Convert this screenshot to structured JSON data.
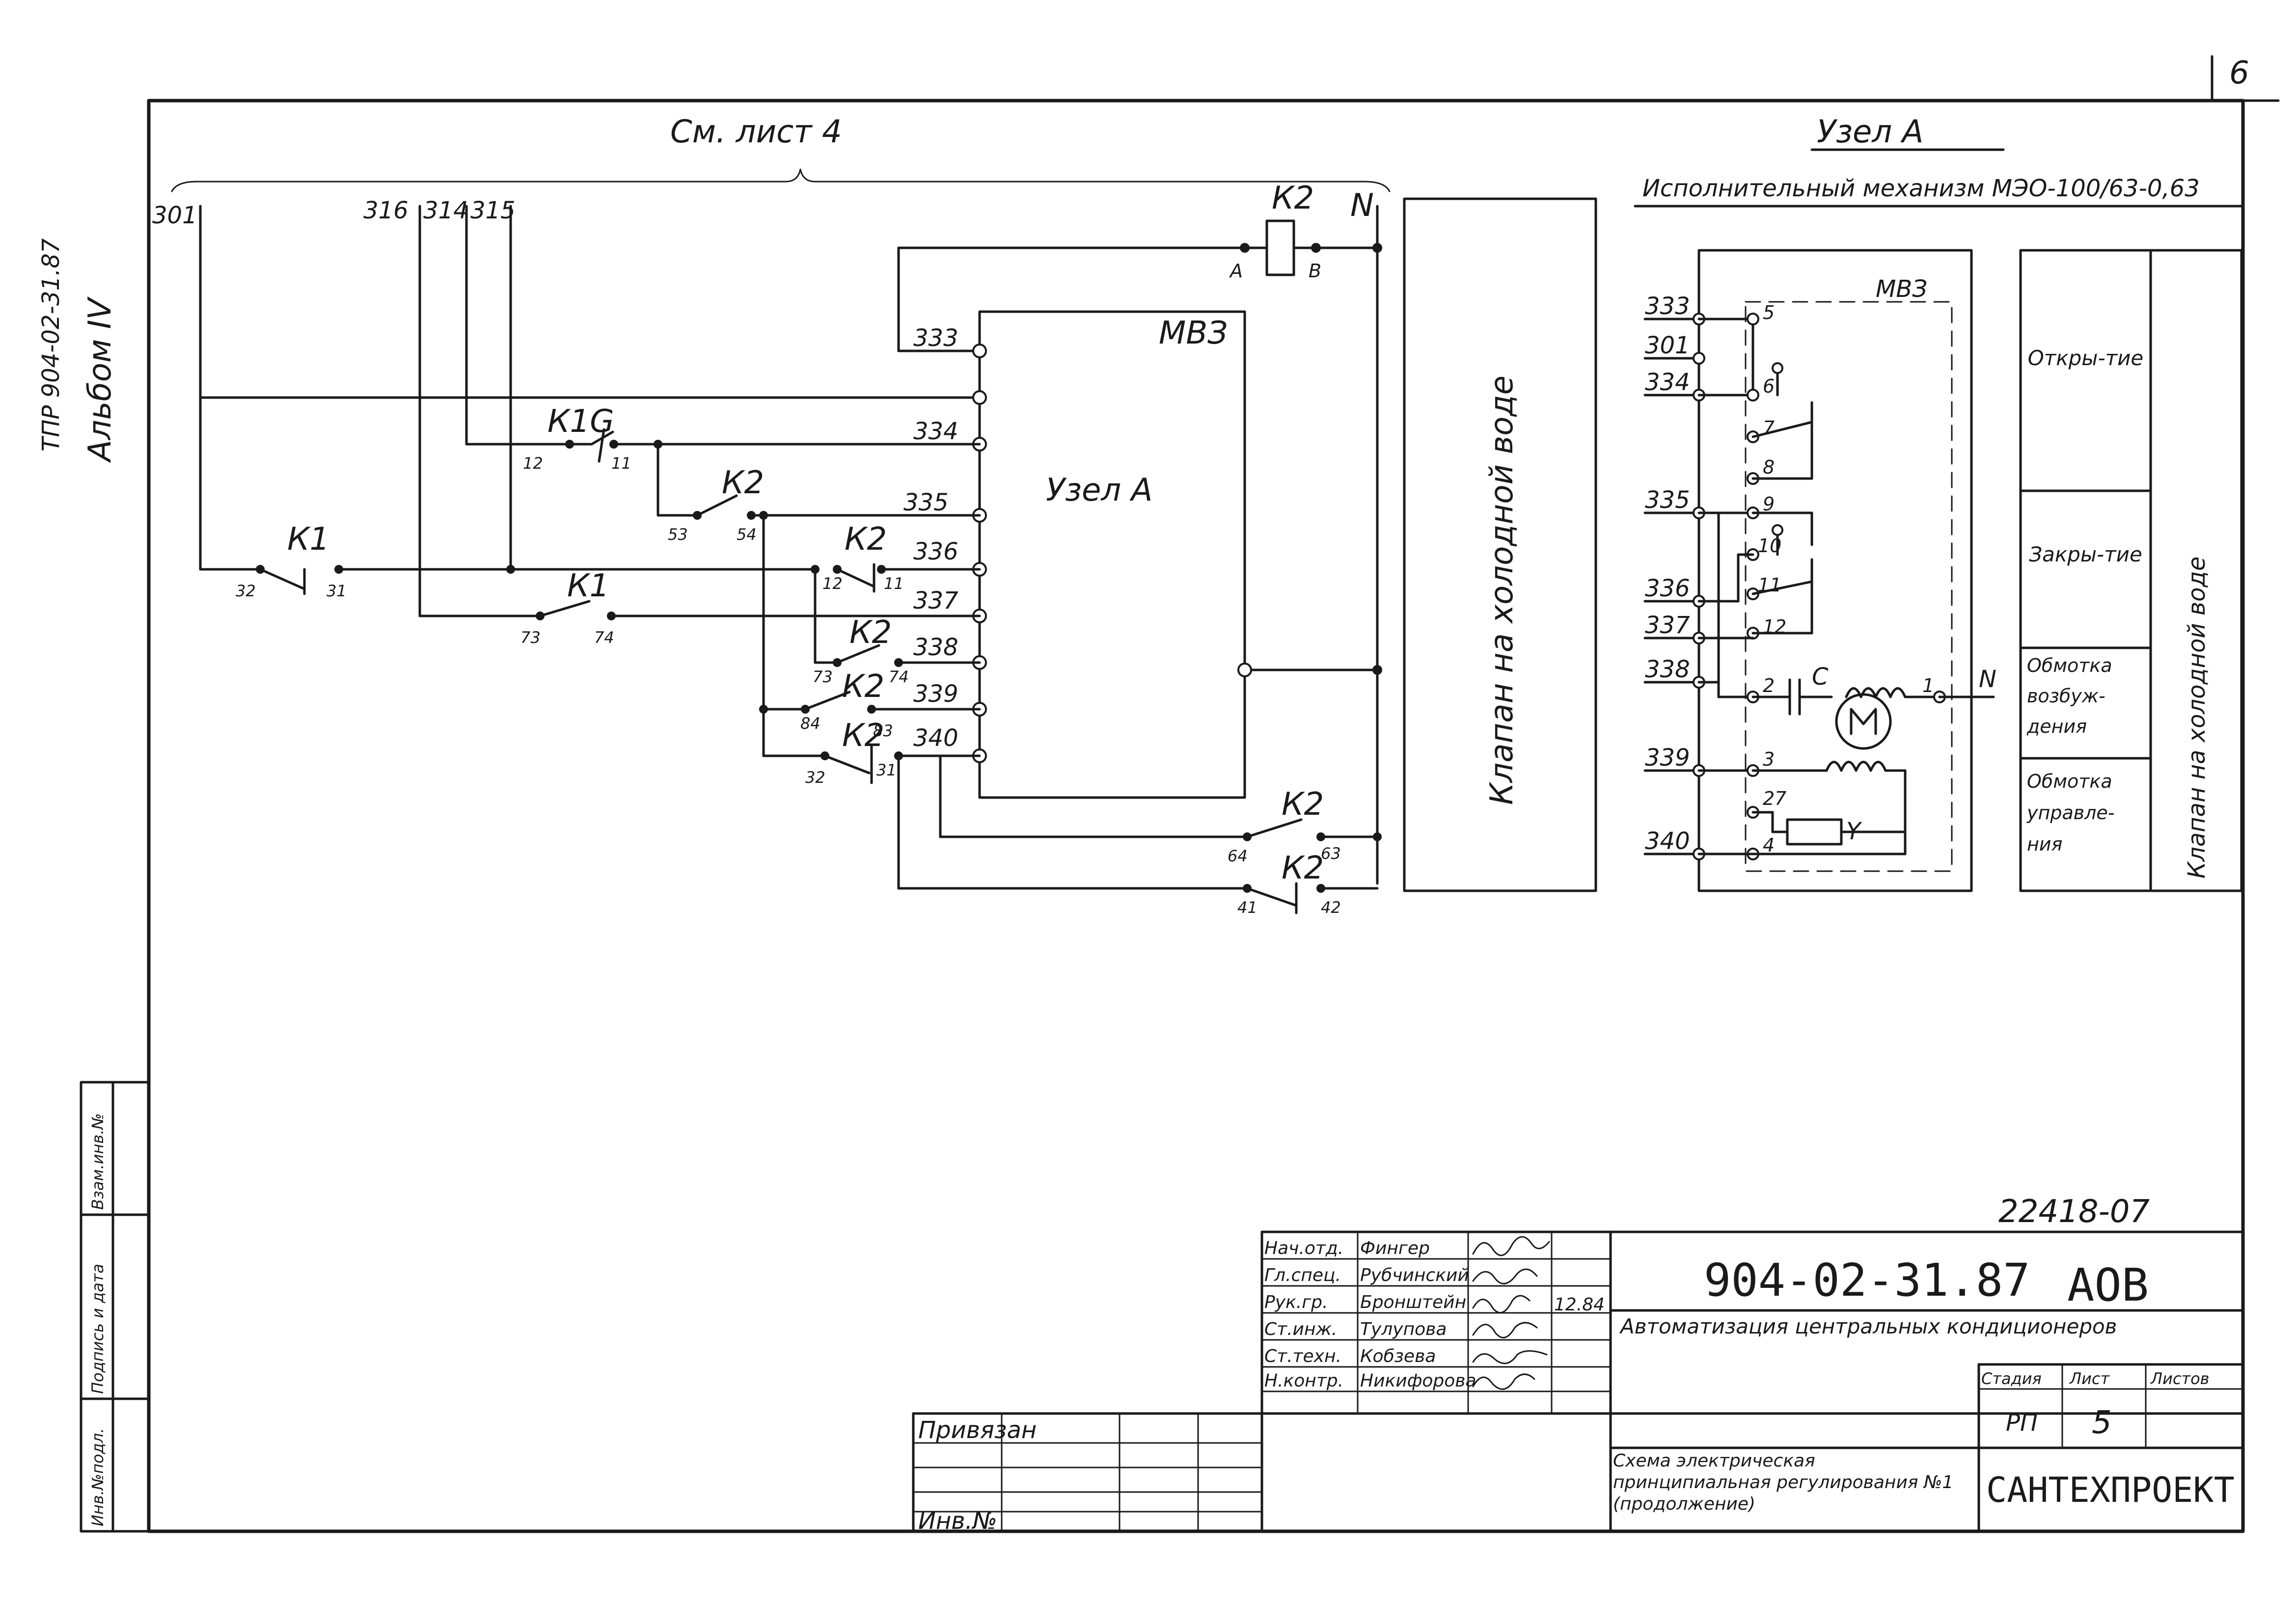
{
  "sheet_number": "6",
  "side": {
    "doc": "ТПР 904-02-31.87",
    "album": "Альбом IV"
  },
  "header": {
    "see_sheet": "См. лист 4",
    "node_title": "Узел А",
    "mechanism": "Исполнительный механизм МЭО-100/63-0,63"
  },
  "buses": [
    "301",
    "316",
    "314",
    "315"
  ],
  "relay_coil": {
    "name": "К2",
    "a": "А",
    "b": "В",
    "n": "N"
  },
  "box": {
    "name": "МВЗ",
    "center": "Узел А"
  },
  "terminals": [
    "333",
    "334",
    "335",
    "336",
    "337",
    "338",
    "339",
    "340"
  ],
  "contacts": {
    "k1g": "К1G",
    "k1": "К1",
    "k2": "К2",
    "n12": "12",
    "n11": "11",
    "n53": "53",
    "n54": "54",
    "n32": "32",
    "n31": "31",
    "n73": "73",
    "n74": "74",
    "n84": "84",
    "n83": "83",
    "n64": "64",
    "n63": "63",
    "n41": "41",
    "n42": "42"
  },
  "valve_label": "Клапан на холодной воде",
  "mech": {
    "mvz": "МВЗ",
    "left_terms": [
      "333",
      "301",
      "334",
      "335",
      "336",
      "337",
      "338",
      "339",
      "340"
    ],
    "inner": [
      "5",
      "6",
      "7",
      "8",
      "9",
      "10",
      "11",
      "12",
      "2",
      "1",
      "3",
      "27",
      "4"
    ],
    "cap": "С",
    "n": "N",
    "y": "Y"
  },
  "legend": {
    "open": "Откры-тие",
    "close": "Закры-тие",
    "exc": "Обмотка возбуж-дения",
    "ctrl": "Обмотка управле-ния",
    "valve": "Клапан на холодной воде"
  },
  "left_strip": [
    "Инв.№подл.",
    "Подпись и дата",
    "Взам.инв.№"
  ],
  "title_block": {
    "stamp": "22418-07",
    "doc_code": "904-02-31.87",
    "mark": "АОВ",
    "project": "Автоматизация центральных кондиционеров",
    "sheet_title": "Схема электрическая принципиальная регулирования №1 (продолжение)",
    "org": "САНТЕХПРОЕКТ",
    "stage_head": "Стадия",
    "sheet_head": "Лист",
    "sheets_head": "Листов",
    "stage": "РП",
    "sheet": "5",
    "bound": "Привязан",
    "inv": "Инв.№",
    "date": "12.84",
    "roles": [
      "Нач.отд.",
      "Гл.спец.",
      "Рук.гр.",
      "Ст.инж.",
      "Ст.техн.",
      "Н.контр."
    ],
    "names": [
      "Фингер",
      "Рубчинский",
      "Бронштейн",
      "Тулупова",
      "Кобзева",
      "Никифорова"
    ]
  }
}
